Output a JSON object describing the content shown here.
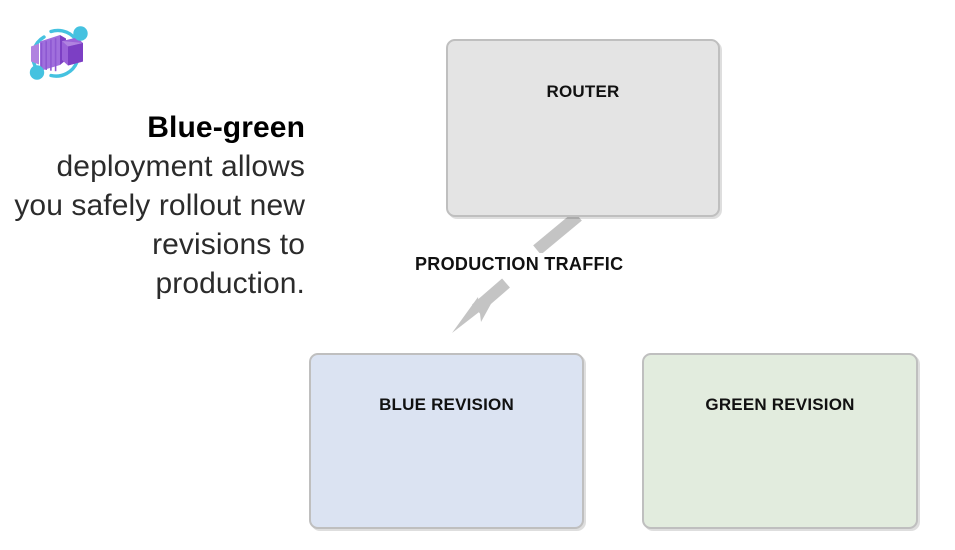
{
  "slide": {
    "background_color": "#ffffff",
    "logo": {
      "icon_name": "azure-container-apps-icon",
      "cube_color_light": "#b083e0",
      "cube_color_mid": "#9a62d8",
      "cube_color_dark": "#7c3fc4",
      "ring_color": "#45c2e0"
    },
    "caption": {
      "lead": "Blue-green",
      "rest": " deployment allows you safely rollout new revisions to production.",
      "text_color": "#2b2b2b",
      "lead_color": "#000000"
    }
  },
  "diagram": {
    "nodes": [
      {
        "id": "router",
        "label": "ROUTER",
        "fill": "#e4e4e4",
        "border": "#bfbfbf"
      },
      {
        "id": "blue-revision",
        "label": "BLUE REVISION",
        "fill": "#dbe3f2",
        "border": "#bfbfbf"
      },
      {
        "id": "green-revision",
        "label": "GREEN REVISION",
        "fill": "#e2ecde",
        "border": "#bfbfbf"
      }
    ],
    "connector": {
      "label": "PRODUCTION TRAFFIC",
      "color": "#c4c4c4",
      "from": "router",
      "to": "blue-revision",
      "arrowhead": "triangle-down-left"
    }
  }
}
